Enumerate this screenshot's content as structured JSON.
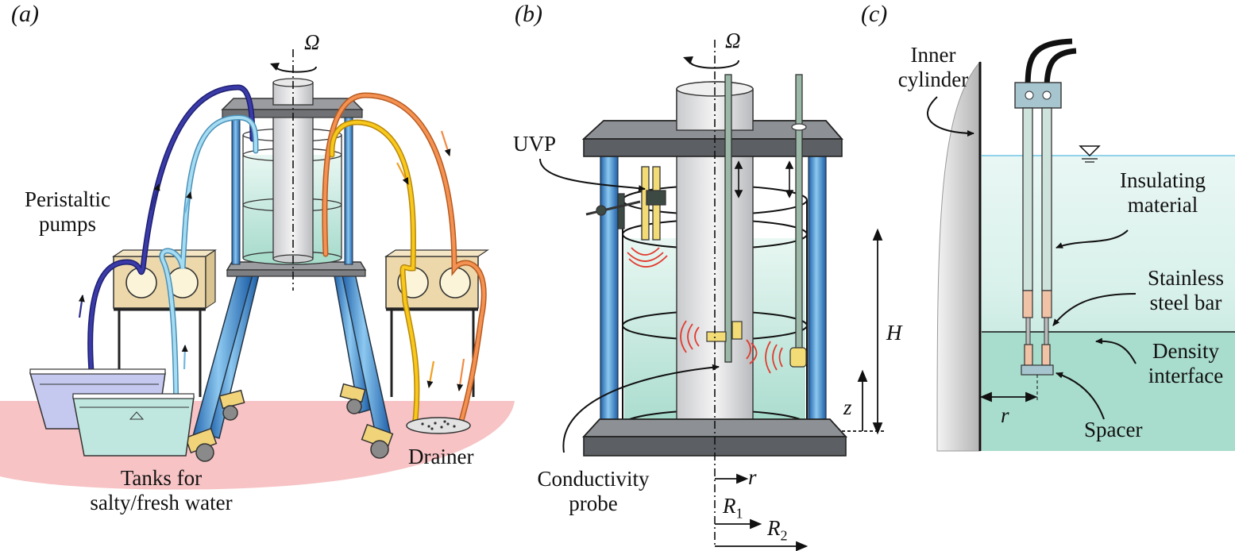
{
  "panels": {
    "a": {
      "label": "(a)",
      "omega": "Ω",
      "pumps": "Peristaltic\npumps",
      "tanks": "Tanks for\nsalty/fresh water",
      "drainer": "Drainer"
    },
    "b": {
      "label": "(b)",
      "omega": "Ω",
      "uvp": "UVP",
      "probe": "Conductivity\nprobe",
      "H": "H",
      "z": "z",
      "r": "r",
      "R1": "R",
      "R1_sub": "1",
      "R2": "R",
      "R2_sub": "2"
    },
    "c": {
      "label": "(c)",
      "inner": "Inner\ncylinder",
      "insulating": "Insulating\nmaterial",
      "steel": "Stainless\nsteel bar",
      "interface": "Density\ninterface",
      "spacer": "Spacer",
      "r": "r"
    }
  },
  "colors": {
    "inflow_dark": "#2b2c8c",
    "inflow_light": "#8fd2ee",
    "outflow_orange": "#f08a45",
    "outflow_yellow": "#f6c21a",
    "floor": "#f7c3c5",
    "water": "#bfe5dc",
    "frame": "#9a9ca0",
    "legs": "#3b8fd0",
    "sound": "#e23a2e"
  }
}
